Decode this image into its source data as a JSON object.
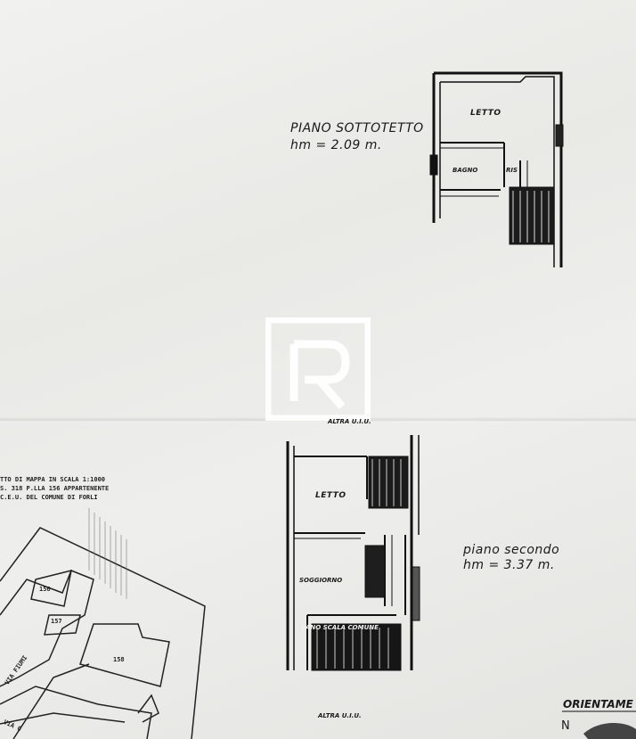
{
  "plans": {
    "attic": {
      "title": "PIANO SOTTOTETTO",
      "height": "hm = 2.09 m.",
      "rooms": {
        "bedroom": "LETTO",
        "bathroom": "BAGNO",
        "closet": "RIS"
      }
    },
    "second": {
      "title": "piano secondo",
      "height": "hm = 3.37 m.",
      "rooms": {
        "bedroom": "LETTO",
        "living": "SOGGIORNO",
        "stairs": "VANO SCALA COMUNE"
      },
      "neighbor_top": "ALTRA U.I.U.",
      "neighbor_bottom": "ALTRA U.I.U."
    }
  },
  "cadastral_note": [
    "TTO DI MAPPA IN SCALA 1:1000",
    "S. 318 P.LLA 156 APPARTENENTE",
    "C.E.U. DEL COMUNE DI FORLI"
  ],
  "map": {
    "parcels": [
      "156",
      "157",
      "158"
    ],
    "streets": [
      "VIA FIUMI",
      "VIA G"
    ]
  },
  "orientation": {
    "label": "ORIENTAME",
    "north": "N"
  }
}
